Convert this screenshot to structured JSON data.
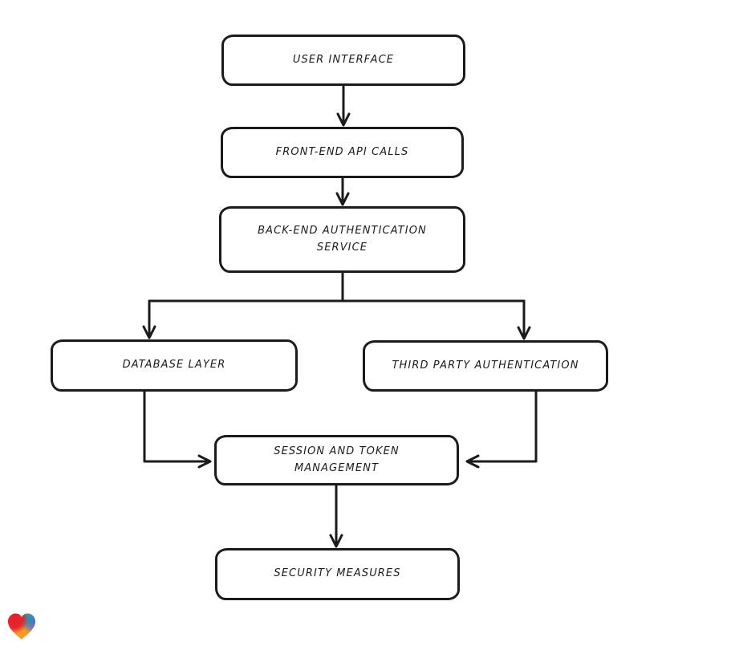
{
  "diagram": {
    "type": "flowchart",
    "nodes": [
      {
        "id": "user-interface",
        "label": [
          "USER INTERFACE"
        ]
      },
      {
        "id": "front-end-api-calls",
        "label": [
          "FRONT-END API CALLS"
        ]
      },
      {
        "id": "back-end-authentication-service",
        "label": [
          "BACK-END AUTHENTICATION",
          "SERVICE"
        ]
      },
      {
        "id": "database-layer",
        "label": [
          "DATABASE LAYER"
        ]
      },
      {
        "id": "third-party-authentication",
        "label": [
          "THIRD PARTY AUTHENTICATION"
        ]
      },
      {
        "id": "session-and-token-management",
        "label": [
          "SESSION AND TOKEN",
          "MANAGEMENT"
        ]
      },
      {
        "id": "security-measures",
        "label": [
          "SECURITY MEASURES"
        ]
      }
    ],
    "edges": [
      {
        "from": "user-interface",
        "to": "front-end-api-calls"
      },
      {
        "from": "front-end-api-calls",
        "to": "back-end-authentication-service"
      },
      {
        "from": "back-end-authentication-service",
        "to": "database-layer"
      },
      {
        "from": "back-end-authentication-service",
        "to": "third-party-authentication"
      },
      {
        "from": "database-layer",
        "to": "session-and-token-management"
      },
      {
        "from": "third-party-authentication",
        "to": "session-and-token-management"
      },
      {
        "from": "session-and-token-management",
        "to": "security-measures"
      }
    ],
    "colors": {
      "stroke": "#1b1b1b",
      "node_fill": "#ffffff",
      "background": "#ffffff"
    }
  },
  "logo": {
    "icon": "gradient-heart-logo",
    "colors": {
      "red": "#e6202d",
      "teal": "#16a3a0",
      "blue": "#2e7cdb",
      "purple": "#7a53d8",
      "orange": "#f59b26"
    }
  }
}
